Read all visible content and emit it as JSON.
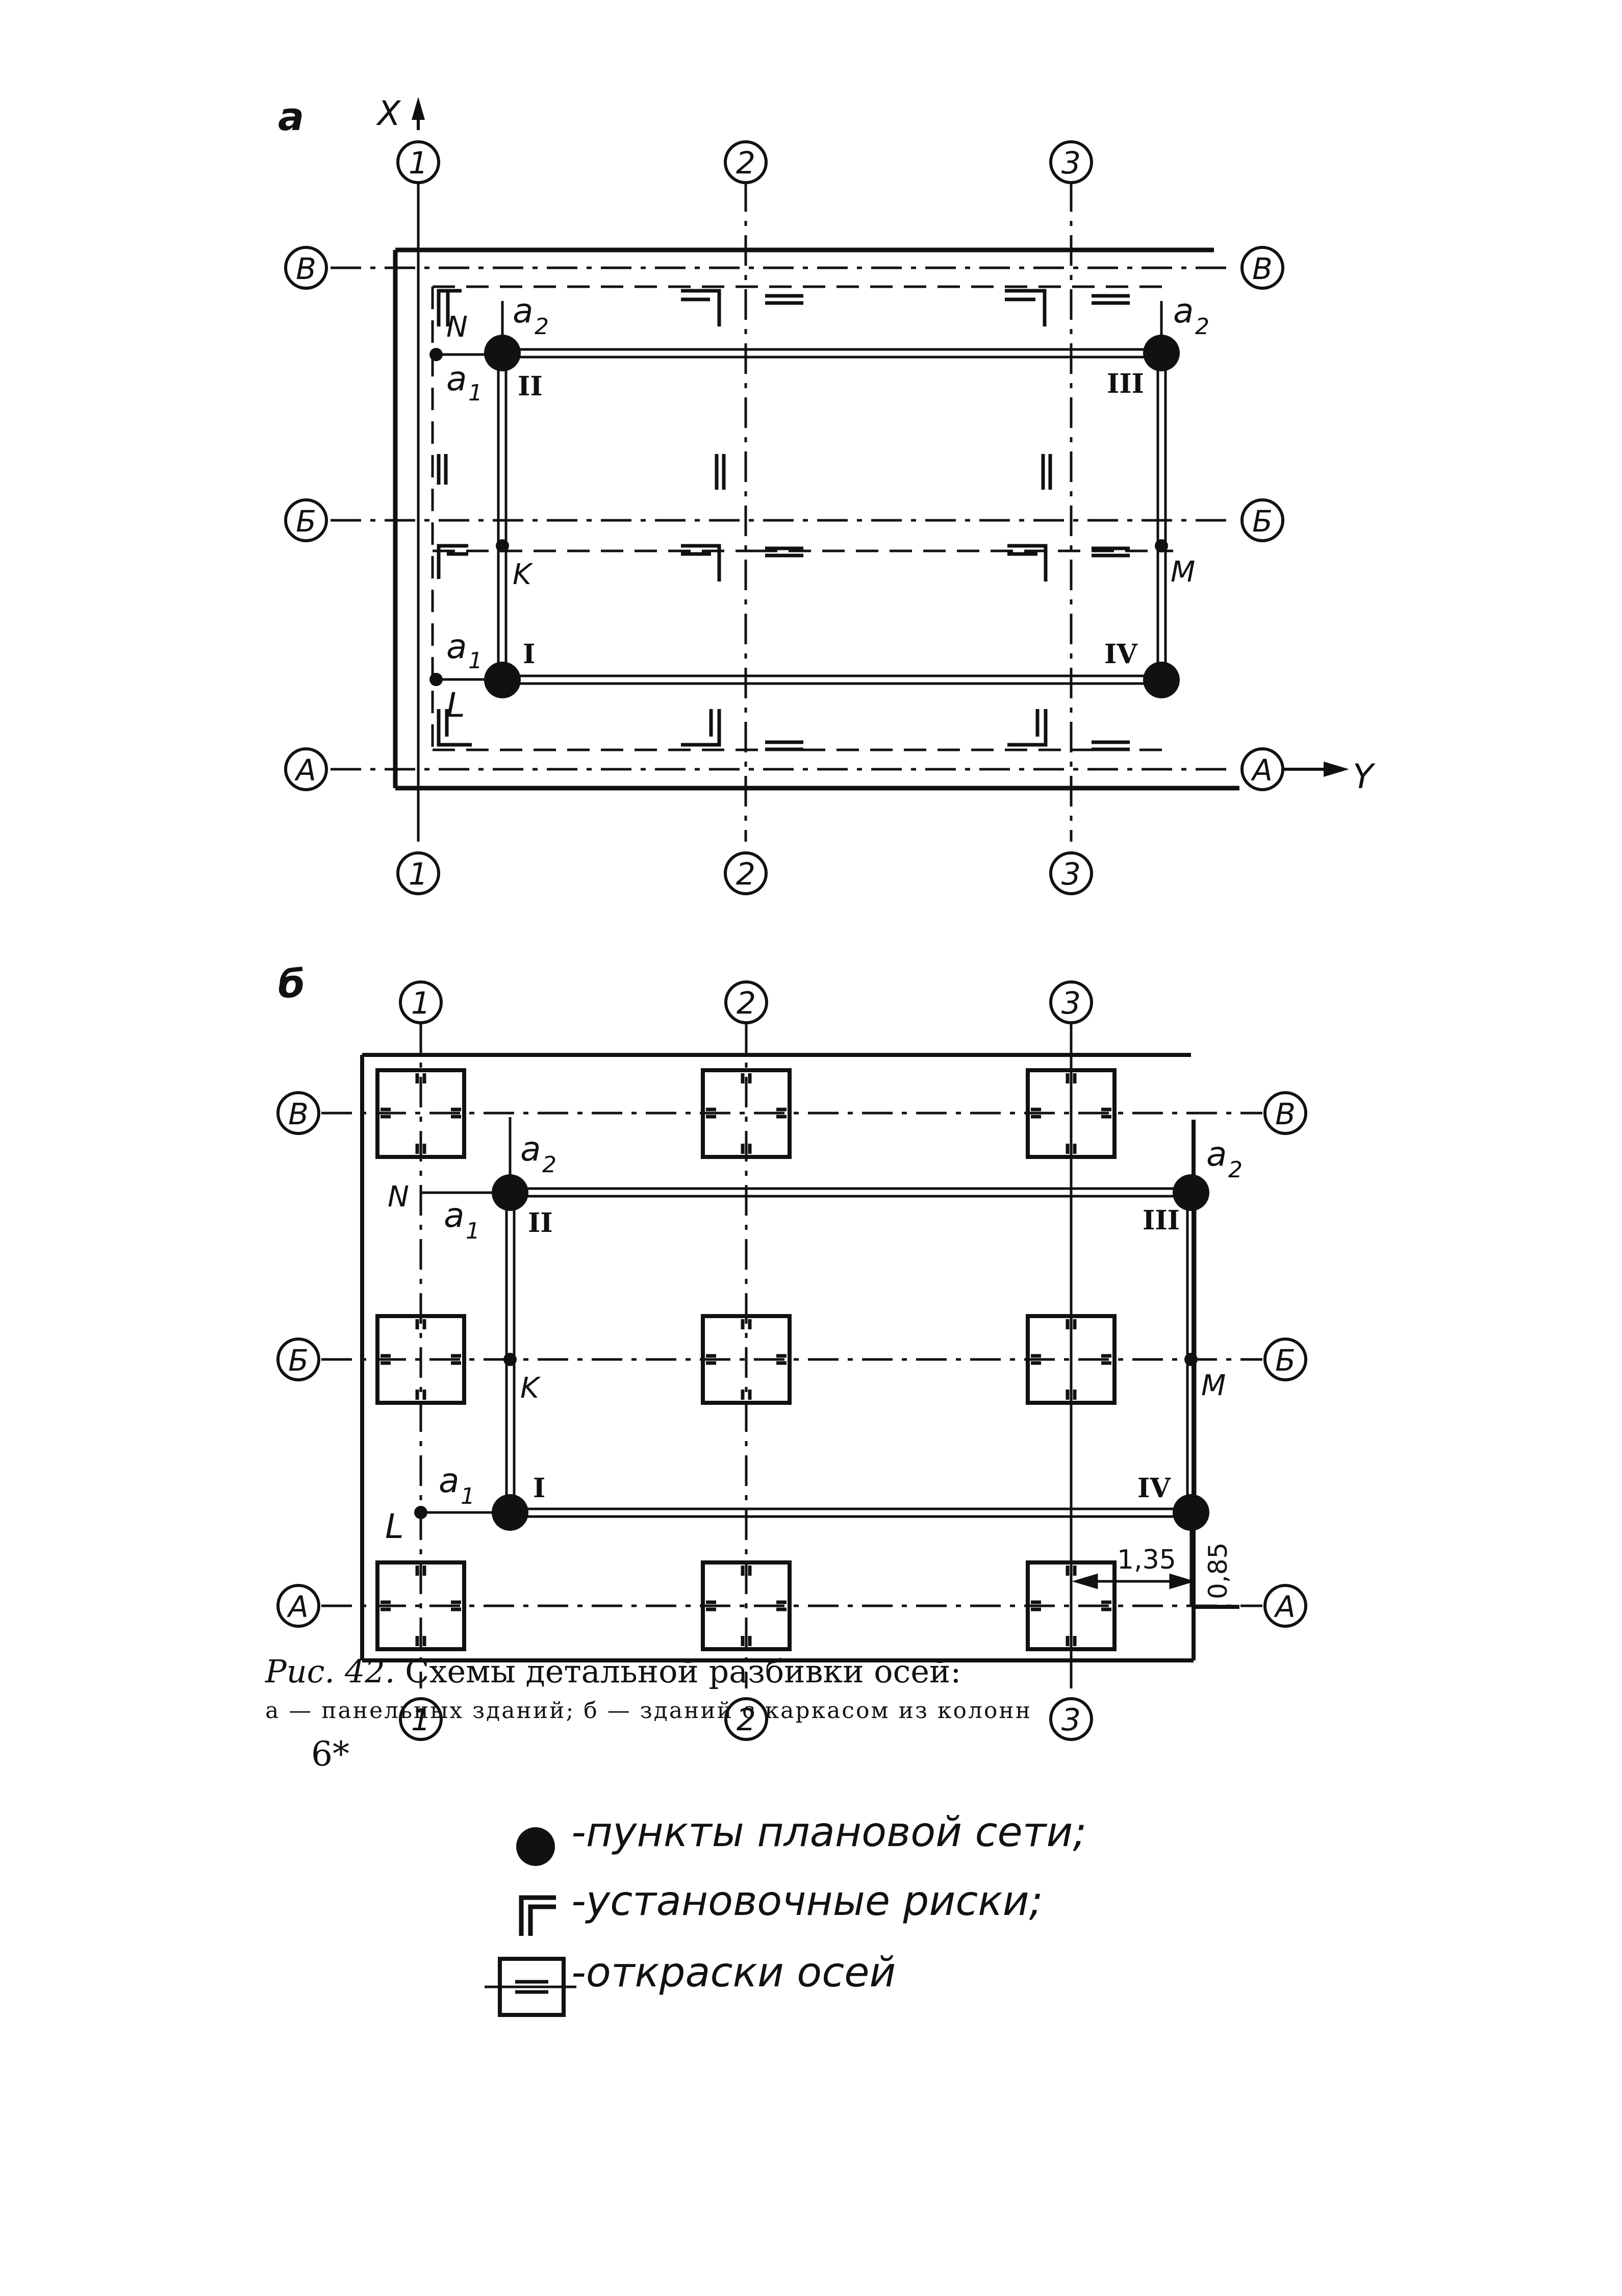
{
  "panel_a": {
    "letter": "а",
    "x_axis_label": "X",
    "y_axis_label": "Y",
    "column_axes": [
      "1",
      "2",
      "3"
    ],
    "row_axes": [
      "В",
      "Б",
      "А"
    ],
    "points": {
      "N": "N",
      "K": "K",
      "L": "L",
      "M": "M",
      "a1": "a",
      "a1_sub": "1",
      "a2": "a",
      "a2_sub": "2",
      "I": "I",
      "II": "II",
      "III": "III",
      "IV": "IV"
    }
  },
  "panel_b": {
    "letter": "б",
    "column_axes": [
      "1",
      "2",
      "3"
    ],
    "row_axes": [
      "В",
      "Б",
      "А"
    ],
    "points": {
      "N": "N",
      "K": "K",
      "L": "L",
      "M": "M",
      "a1": "a",
      "a1_sub": "1",
      "a2": "a",
      "a2_sub": "2",
      "I": "I",
      "II": "II",
      "III": "III",
      "IV": "IV"
    },
    "dimension_horizontal": "1,35",
    "dimension_vertical": "0,85"
  },
  "legend": {
    "points": "-пункты плановой сети;",
    "marks": "-установочные риски;",
    "axes": "-откраски осей"
  },
  "caption": {
    "prefix": "Рис.",
    "number": "42.",
    "title": "Схемы детальной разбивки осей:",
    "subtitle": "а — панельных зданий; б — зданий с каркасом из колонн"
  },
  "page_number": "6*"
}
